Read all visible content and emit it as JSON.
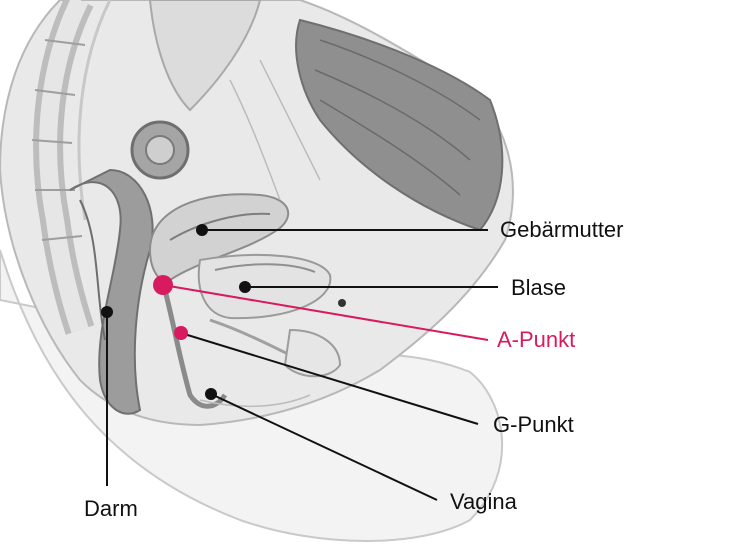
{
  "labels": {
    "gebaermutter": "Gebärmutter",
    "blase": "Blase",
    "a_punkt": "A-Punkt",
    "g_punkt": "G-Punkt",
    "vagina": "Vagina",
    "darm": "Darm"
  },
  "colors": {
    "accent": "#d81b60",
    "line": "#111111",
    "model_light": "#f2f2f2",
    "model_mid": "#d4d4d4",
    "model_dark": "#8a8a8a"
  }
}
